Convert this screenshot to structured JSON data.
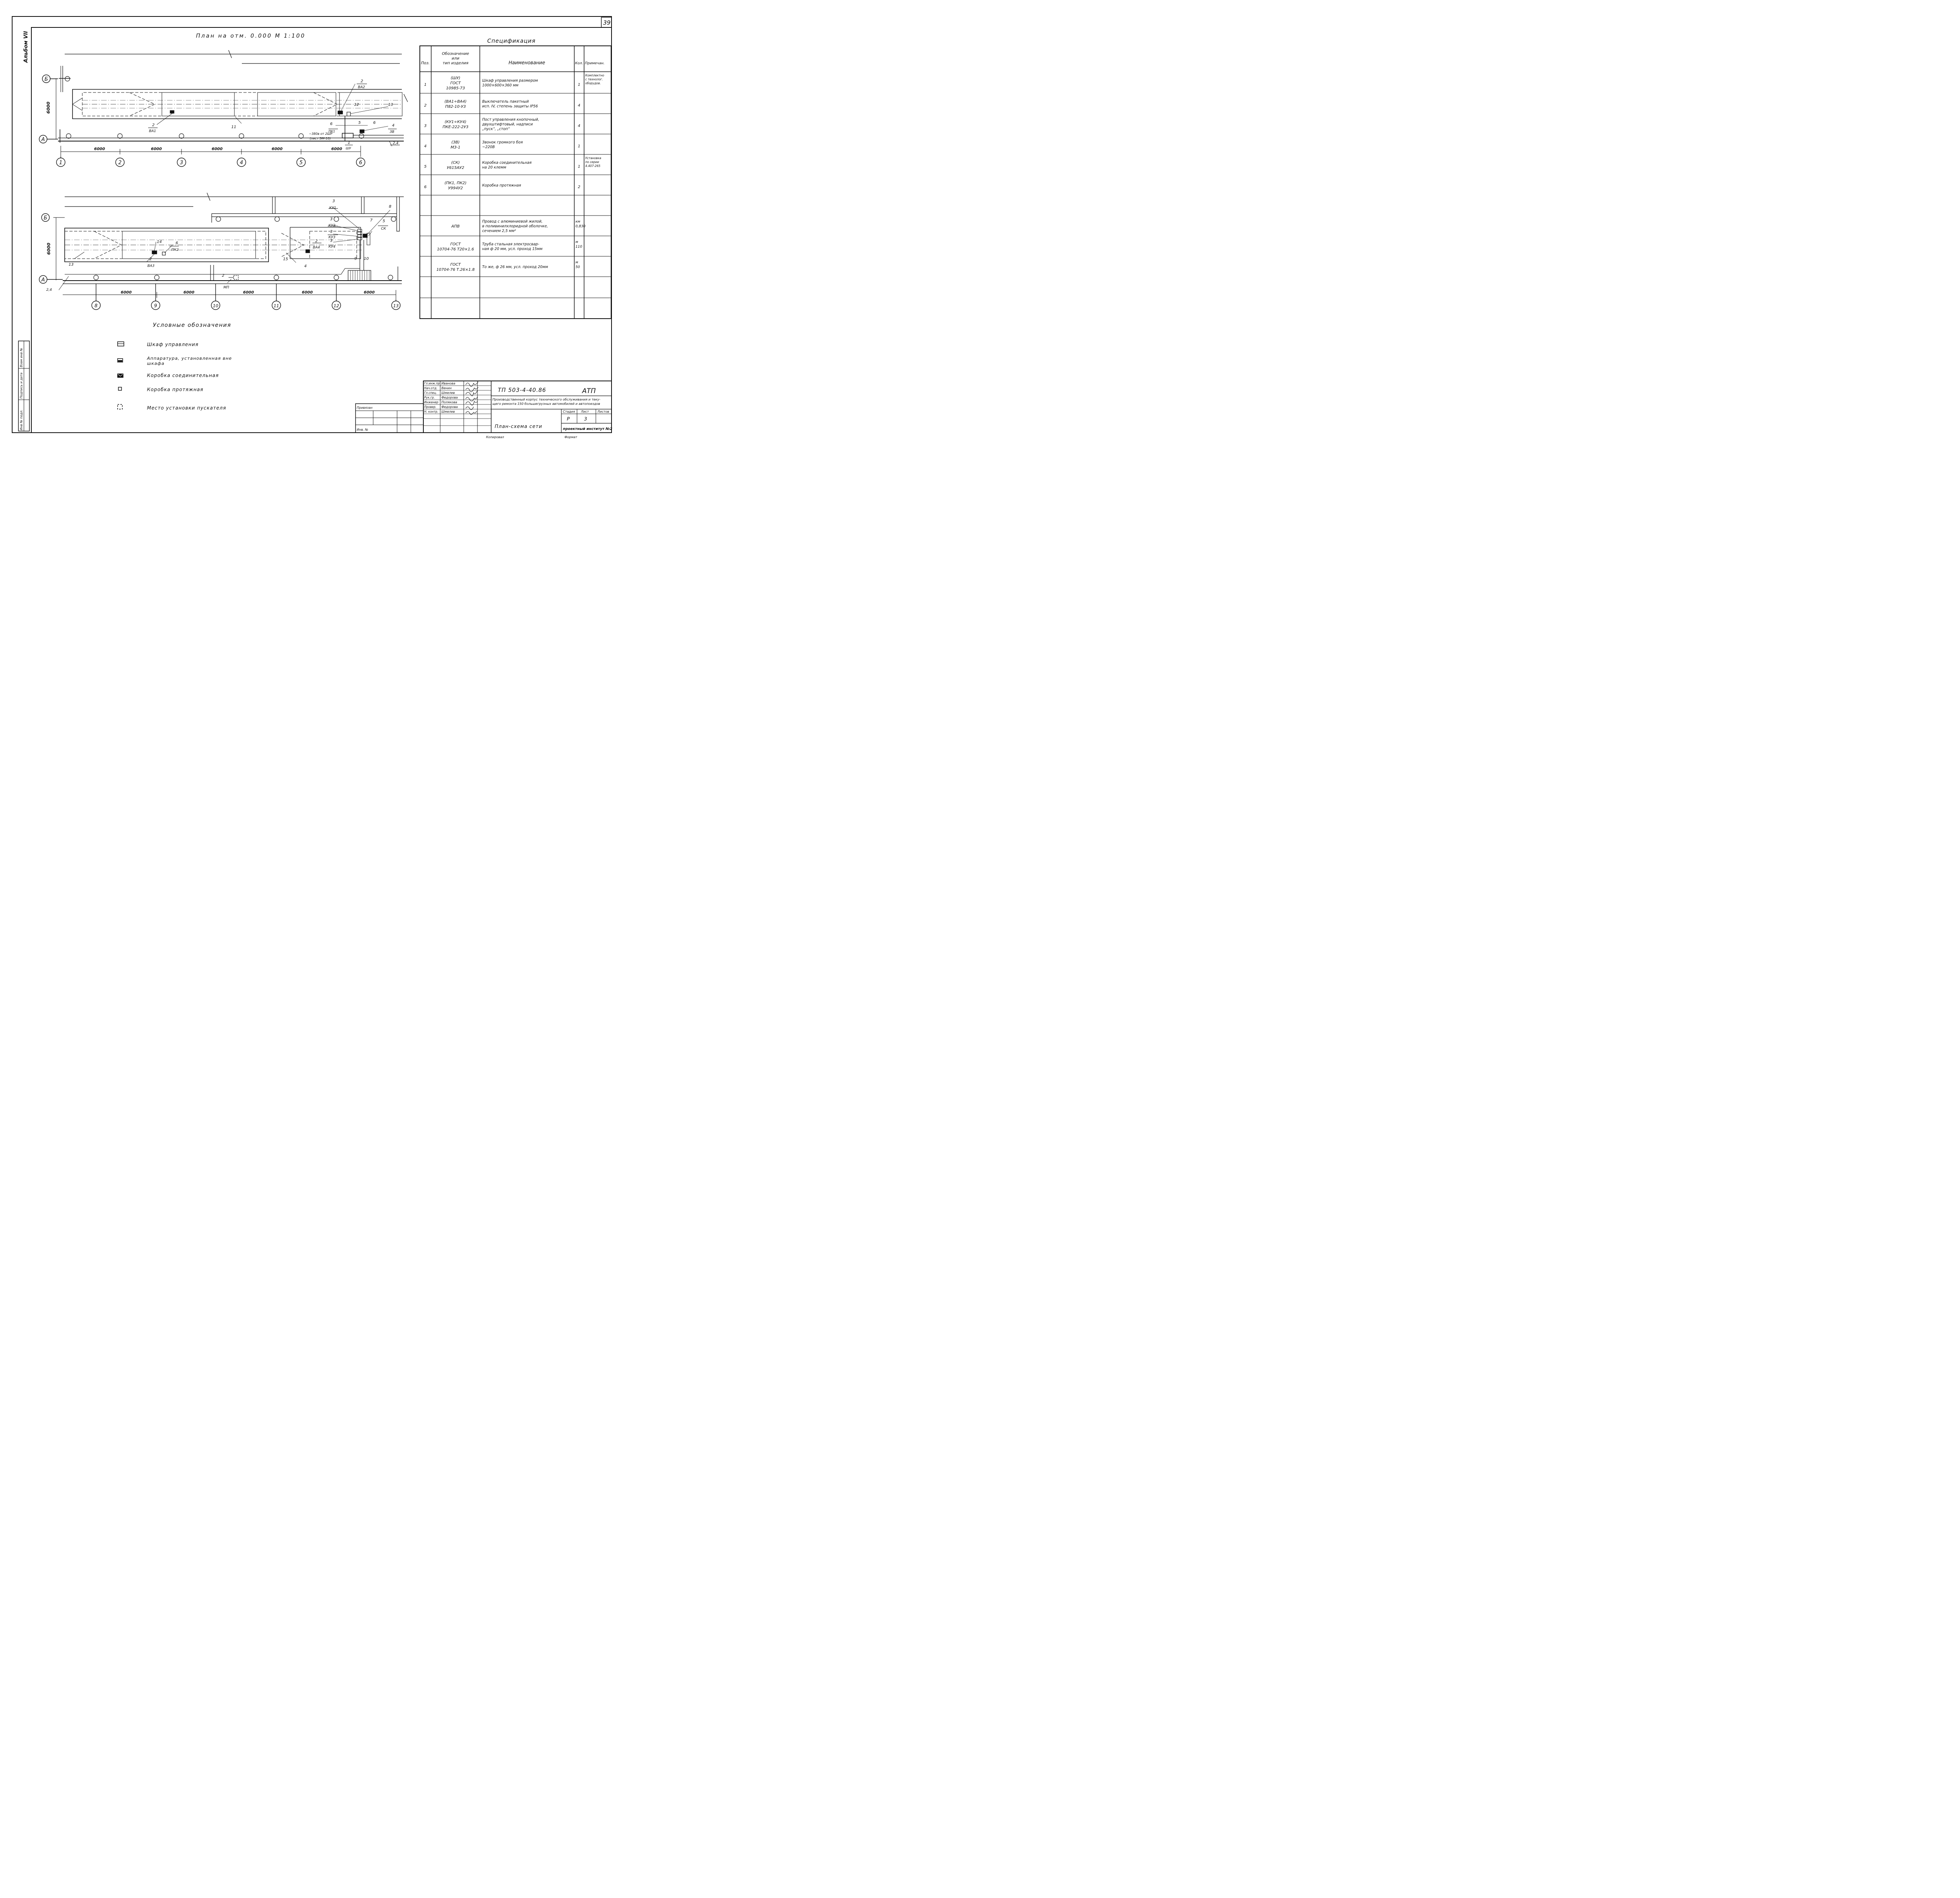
{
  "sheet": {
    "number": "39",
    "album": "Альбом VII",
    "vertical_stamps": [
      "Инв № подл.",
      "Подпись и дата",
      "Взам инв №"
    ]
  },
  "plan": {
    "title": "План на отм. 0.000 М 1:100",
    "upper": {
      "row_labels": [
        "Б",
        "А"
      ],
      "height_dim": "6000",
      "axis_labels": [
        "1",
        "2",
        "3",
        "4",
        "5",
        "6"
      ],
      "spans": [
        "6000",
        "6000",
        "6000",
        "6000",
        "6000"
      ],
      "slope_note": "2,4",
      "tags": [
        {
          "num": "2",
          "sub": "ВА1"
        },
        {
          "num": "2",
          "sub": "ВА2"
        },
        {
          "num": "12",
          "sub": ""
        },
        {
          "num": "13",
          "sub": ""
        },
        {
          "num": "11",
          "sub": ""
        },
        {
          "num": "6",
          "sub": "ПК1"
        },
        {
          "num": "5",
          "sub": ""
        },
        {
          "num": "6",
          "sub": ""
        },
        {
          "num": "4",
          "sub": "ЗВ"
        },
        {
          "num": "1",
          "sub": "ШУ"
        }
      ],
      "feed_note_1": "~380в от 2ШР",
      "feed_note_2": "(лист ЭМ-10)"
    },
    "lower": {
      "row_labels": [
        "Б",
        "А"
      ],
      "height_dim": "6000",
      "axis_labels": [
        "8",
        "9",
        "10",
        "11",
        "12",
        "13"
      ],
      "spans": [
        "6000",
        "6000",
        "6000",
        "6000",
        "6000"
      ],
      "slope_note": "2,4",
      "tags": [
        {
          "num": "3",
          "sub": "КУ1"
        },
        {
          "num": "8",
          "sub": ""
        },
        {
          "num": "3",
          "sub": "КУ2"
        },
        {
          "num": "7",
          "sub": ""
        },
        {
          "num": "5",
          "sub": "СК"
        },
        {
          "num": "3",
          "sub": "КУ3"
        },
        {
          "num": "3",
          "sub": "КУ4"
        },
        {
          "num": "2",
          "sub": "ВА4"
        },
        {
          "num": "14",
          "sub": ""
        },
        {
          "num": "6",
          "sub": "ПК2"
        },
        {
          "num": "2",
          "sub": "ВА3"
        },
        {
          "num": "13",
          "sub": ""
        },
        {
          "num": "15",
          "sub": ""
        },
        {
          "num": "4",
          "sub": ""
        },
        {
          "num": "9",
          "sub": ""
        },
        {
          "num": "10",
          "sub": ""
        },
        {
          "num": "2",
          "sub": "МП"
        }
      ]
    }
  },
  "spec": {
    "title": "Спецификация",
    "headers": [
      "Поз.",
      "Обозначение или тип изделия",
      "Наименование",
      "Кол.",
      "Примечан."
    ],
    "rows": [
      {
        "pos": "1",
        "des": [
          "(ШУ)",
          "ГОСТ",
          "10985-73"
        ],
        "name": [
          "Шкаф управления размером",
          "1000×600×360 мм"
        ],
        "qty": "1",
        "note": [
          "Комплектно",
          "с технолог.",
          "оборудов."
        ]
      },
      {
        "pos": "2",
        "des": [
          "(ВА1÷ВА4)",
          "П82-10-У3"
        ],
        "name": [
          "Выключатель пакетный",
          "исп. IV, степень защиты IP56"
        ],
        "qty": "4",
        "note": []
      },
      {
        "pos": "3",
        "des": [
          "(КУ1÷КУ4)",
          "ПКЕ-222-2У3"
        ],
        "name": [
          "Пост управления кнопочный,",
          "двухштифтовый, надписи",
          "„пуск“, „стоп“"
        ],
        "qty": "4",
        "note": []
      },
      {
        "pos": "4",
        "des": [
          "(ЗВ)",
          "МЗ-1"
        ],
        "name": [
          "Звонок громкого боя",
          "~220В"
        ],
        "qty": "1",
        "note": []
      },
      {
        "pos": "5",
        "des": [
          "(СК)",
          "У615АУ2"
        ],
        "name": [
          "Коробка соединительная",
          "на 20 клемм"
        ],
        "qty": "1",
        "note": [
          "Установка",
          "по серии",
          "4.407-265"
        ]
      },
      {
        "pos": "6",
        "des": [
          "(ПК1, ПК2)",
          "У994У2"
        ],
        "name": [
          "Коробка протяжная"
        ],
        "qty": "2",
        "note": []
      },
      {
        "pos": "",
        "des": [],
        "name": [],
        "qty": "",
        "note": []
      },
      {
        "pos": "",
        "des": [
          "АПВ"
        ],
        "name": [
          "Провод с алюминиевой жилой,",
          "в поливинилхлоридной оболочке,",
          "сечением 2,5 мм²"
        ],
        "qty": "км 0,830",
        "note": []
      },
      {
        "pos": "",
        "des": [
          "ГОСТ",
          "10704-76 Т20×1.6"
        ],
        "name": [
          "Труба стальная электросвар-",
          "ная ф 20 мм, усл. проход 15мм"
        ],
        "qty": "м 110",
        "note": []
      },
      {
        "pos": "",
        "des": [
          "ГОСТ",
          "10704-76 Т.26×1.8"
        ],
        "name": [
          "То же, ф 26 мм, усл. проход 20мм"
        ],
        "qty": "м 50",
        "note": []
      },
      {
        "pos": "",
        "des": [],
        "name": [],
        "qty": "",
        "note": []
      },
      {
        "pos": "",
        "des": [],
        "name": [],
        "qty": "",
        "note": []
      }
    ]
  },
  "legend": {
    "title": "Условные обозначения",
    "items": [
      {
        "icon": "control-cabinet",
        "text": [
          "Шкаф управления"
        ]
      },
      {
        "icon": "apparatus",
        "text": [
          "Аппаратура, установленная вне",
          "шкафа"
        ]
      },
      {
        "icon": "junction-box",
        "text": [
          "Коробка соединительная"
        ]
      },
      {
        "icon": "pull-box",
        "text": [
          "Коробка протяжная"
        ]
      },
      {
        "icon": "starter-place",
        "text": [
          "Место установки пускателя"
        ]
      }
    ]
  },
  "title_block": {
    "linked_label": "Привязан",
    "inv_label": "Инв. №",
    "roles": [
      {
        "role": "Гл.инж.пр.",
        "name": "Иванова"
      },
      {
        "role": "Нач.отд.",
        "name": "Венин"
      },
      {
        "role": "Гл.спец.",
        "name": "Шмелев"
      },
      {
        "role": "Рук.гр.",
        "name": "Федорова"
      },
      {
        "role": "Инженер",
        "name": "Полякова"
      },
      {
        "role": "Провер.",
        "name": "Федорова"
      },
      {
        "role": "Н. контр.",
        "name": "Шмелев"
      }
    ],
    "doc_code": "ТП 503-4-40.86",
    "section": "АТП",
    "project_title": [
      "Производственный корпус технического обслуживания и теку-",
      "щего ремонта 150 большегрузных автомобилей и автопоездов"
    ],
    "stage_label": "Стадия",
    "sheet_label": "Лист",
    "sheets_label": "Листов",
    "stage": "Р",
    "sheet": "3",
    "sheet_name": "План-схема сети",
    "organization": "проектный институт №2",
    "copied_label": "Копировал",
    "format_label": "Формат"
  }
}
